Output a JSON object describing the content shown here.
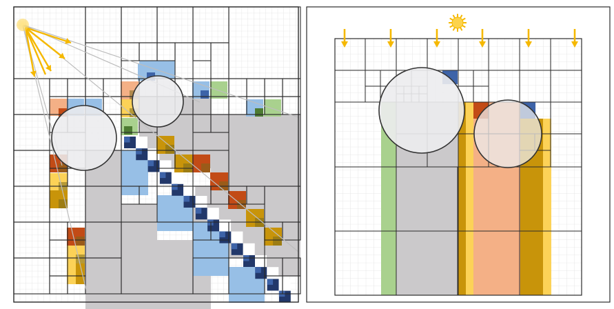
{
  "colors": {
    "background": "#ffffff",
    "fine_grid": "#d6d6d6",
    "cell_border": "#2b2b2b",
    "gray_fill": "#cbc9cb",
    "sphere_fill": "#ececee",
    "sphere_stroke": "#333333",
    "light_blue": "#97bfe6",
    "navy": "#22386a",
    "mid_blue": "#3d63a8",
    "gold": "#c8940a",
    "yellow": "#fcd257",
    "orange_red": "#c24b16",
    "salmon": "#f4b086",
    "green": "#a9d18e",
    "dark_green": "#4d7b32",
    "olive": "#7a6a1e",
    "ray": "#f5b800",
    "ray_gray": "#bdbdbd",
    "sun": "#fcd34d"
  },
  "icons": {
    "left_light_source": "sun-icon",
    "right_light_source": "sun-icon",
    "light_ray": "arrow-down-icon"
  },
  "left_panel": {
    "light_type": "point-light",
    "ray_count": 5
  },
  "right_panel": {
    "light_type": "directional-light",
    "arrow_count": 6
  }
}
